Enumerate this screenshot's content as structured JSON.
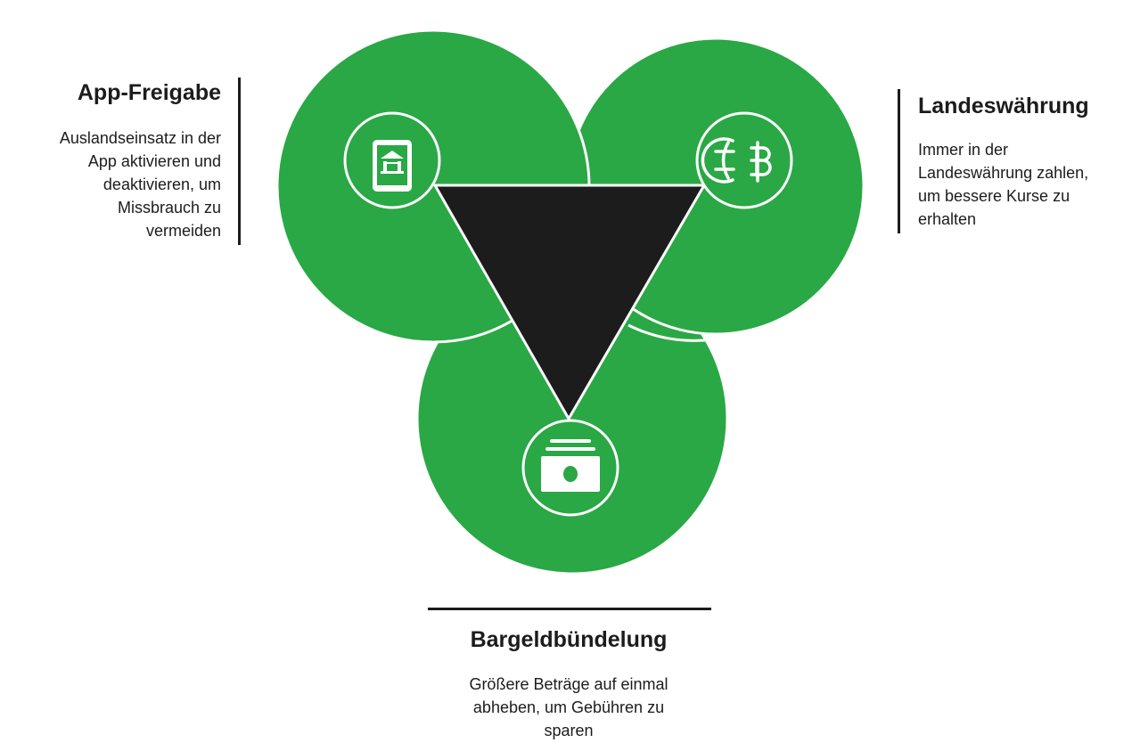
{
  "colors": {
    "green": "#29a845",
    "triangle": "#1c1c1c",
    "outline": "#ffffff",
    "text": "#1c1c1c"
  },
  "items": [
    {
      "title": "App-Freigabe",
      "icon": "mobile-bank-icon",
      "lines": [
        "Auslandseinsatz in der",
        "App aktivieren und",
        "deaktivieren, um",
        "Missbrauch zu",
        "vermeiden"
      ]
    },
    {
      "title": "Landeswährung",
      "icon": "globe-currency-icon",
      "lines": [
        "Immer in der",
        "Landeswährung zahlen,",
        "um bessere Kurse zu",
        "erhalten"
      ]
    },
    {
      "title": "Bargeldbündelung",
      "icon": "cash-stack-icon",
      "lines": [
        "Größere Beträge auf einmal",
        "abheben, um Gebühren zu",
        "sparen"
      ]
    }
  ]
}
